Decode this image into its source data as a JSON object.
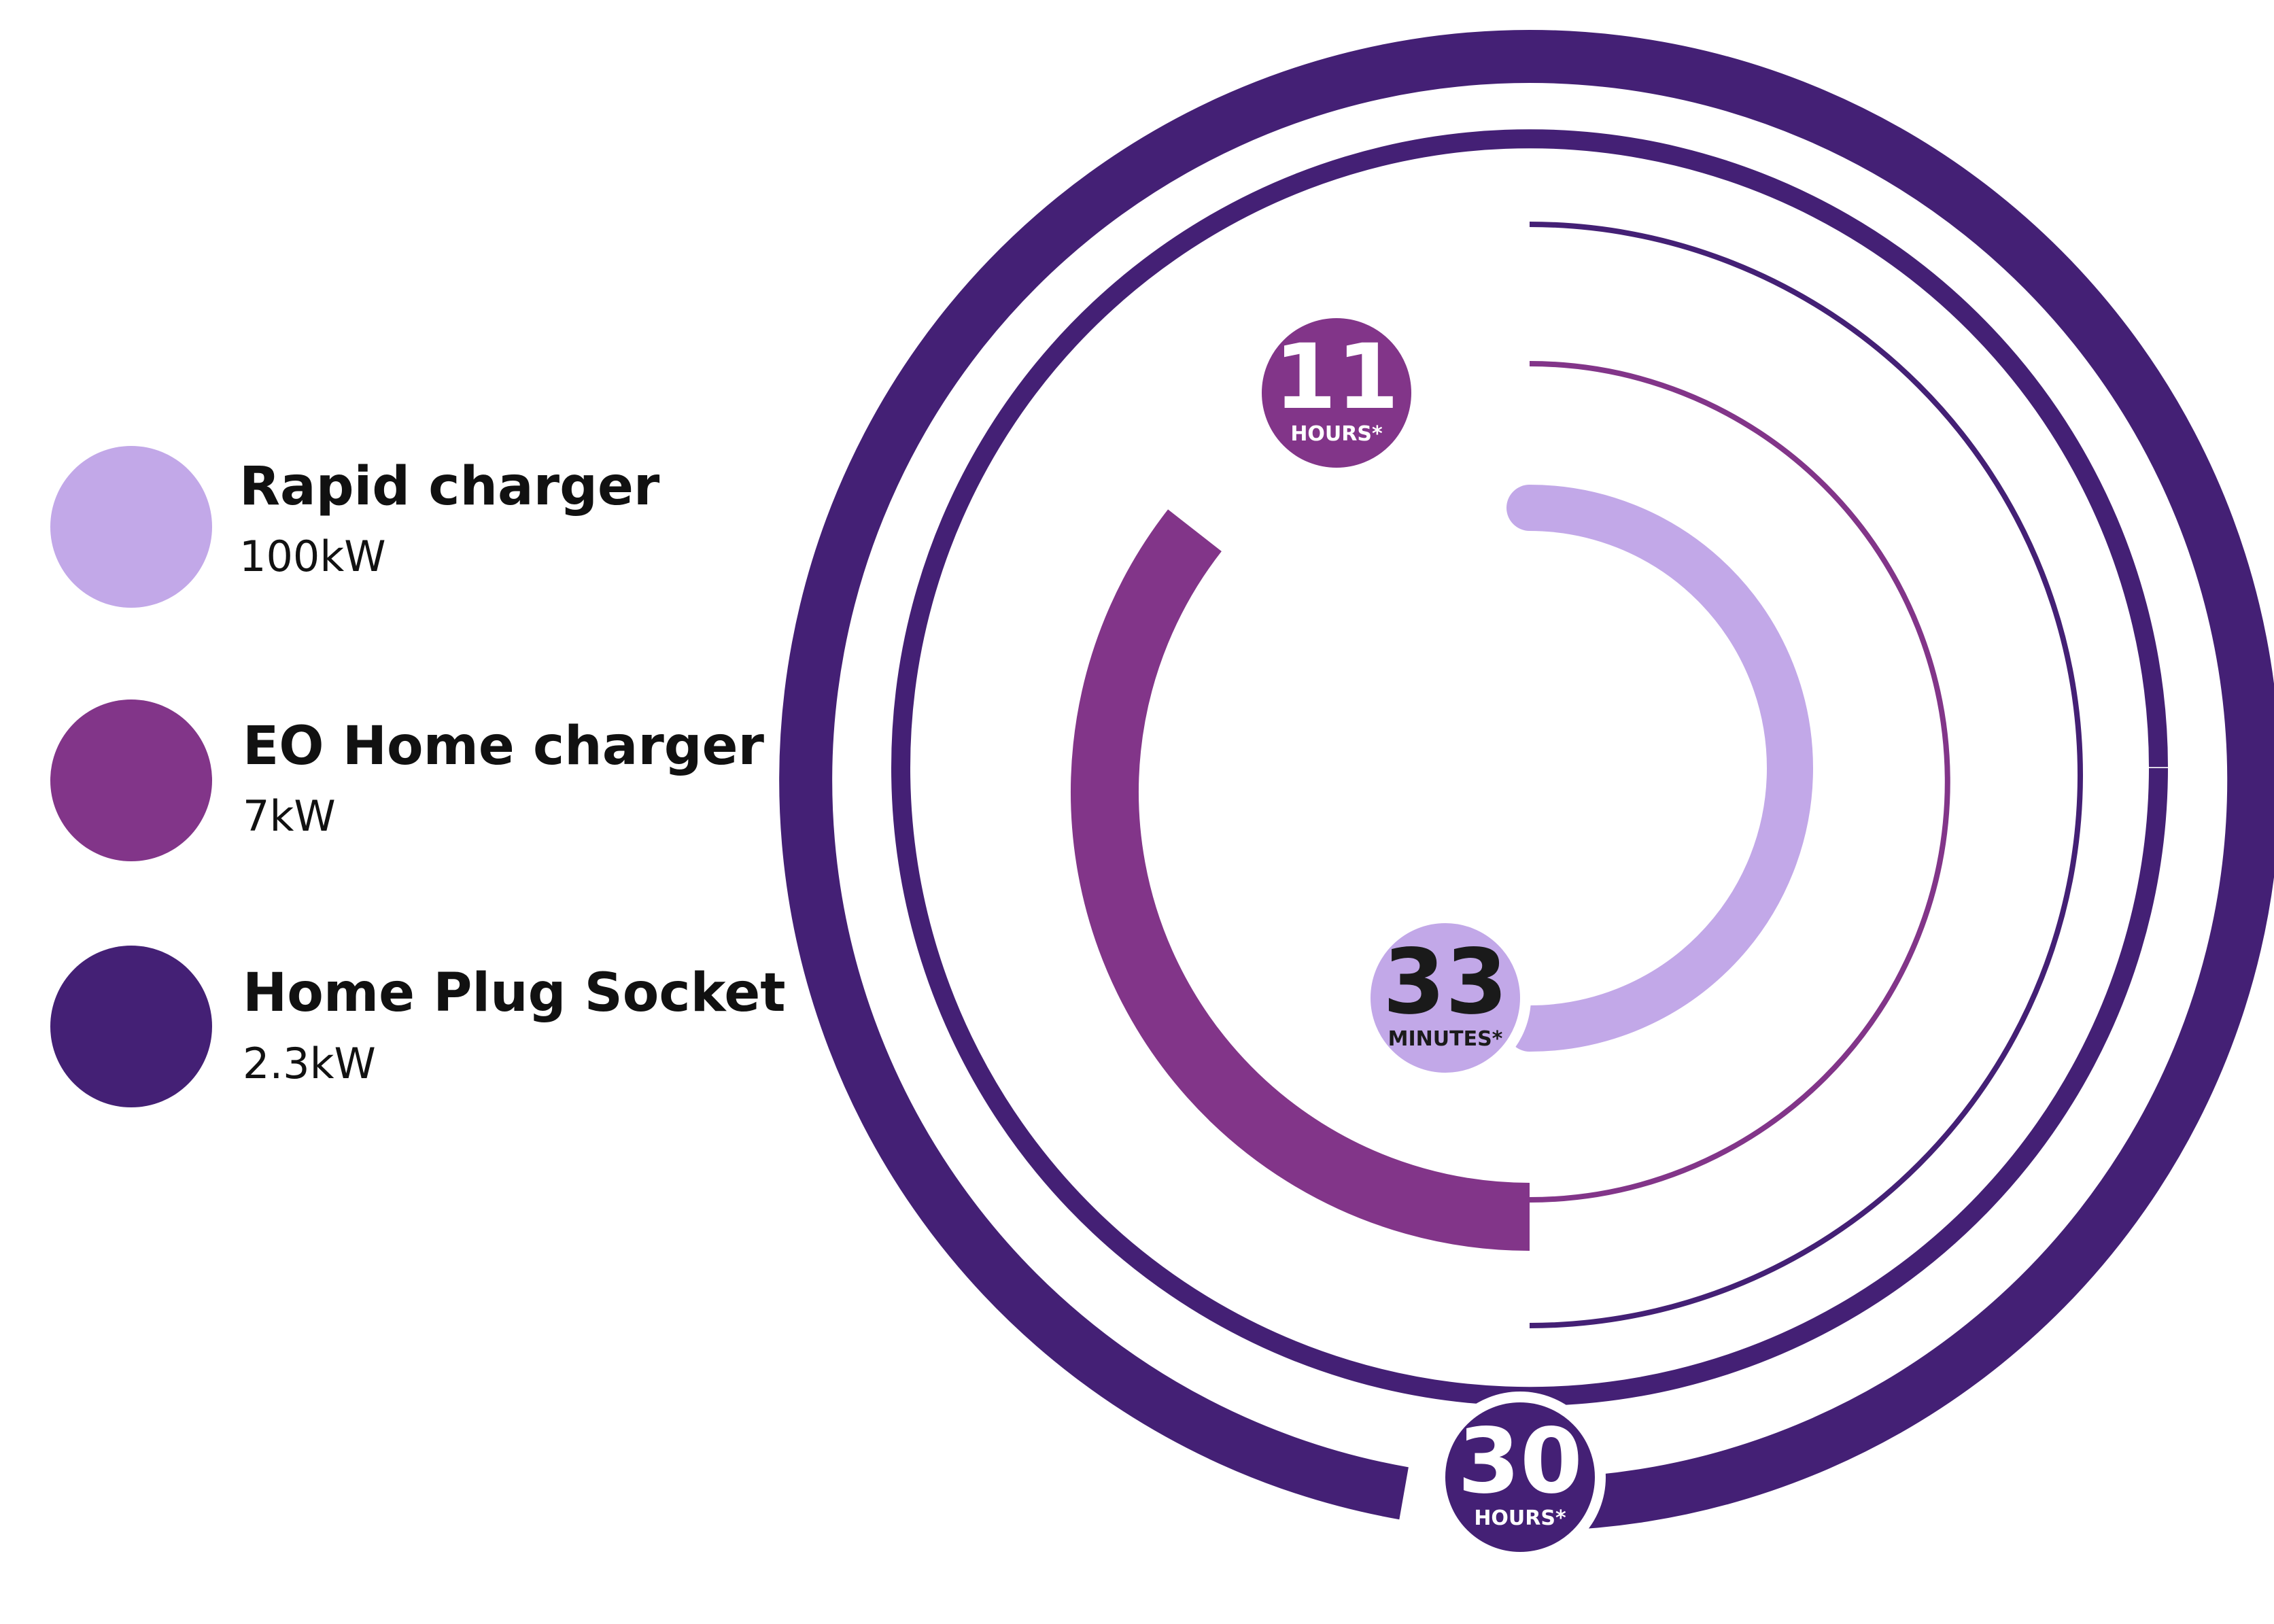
{
  "chart_data": {
    "type": "radial-bar",
    "series": [
      {
        "name": "Rapid charger",
        "power": "100kW",
        "value": 33,
        "unit": "MINUTES*",
        "color": "#C2A8E8"
      },
      {
        "name": "EO Home charger",
        "power": "7kW",
        "value": 11,
        "unit": "HOURS*",
        "color": "#823589"
      },
      {
        "name": "Home Plug Socket",
        "power": "2.3kW",
        "value": 30,
        "unit": "HOURS*",
        "color": "#442075"
      }
    ],
    "legend_position": "left",
    "grid": false
  }
}
